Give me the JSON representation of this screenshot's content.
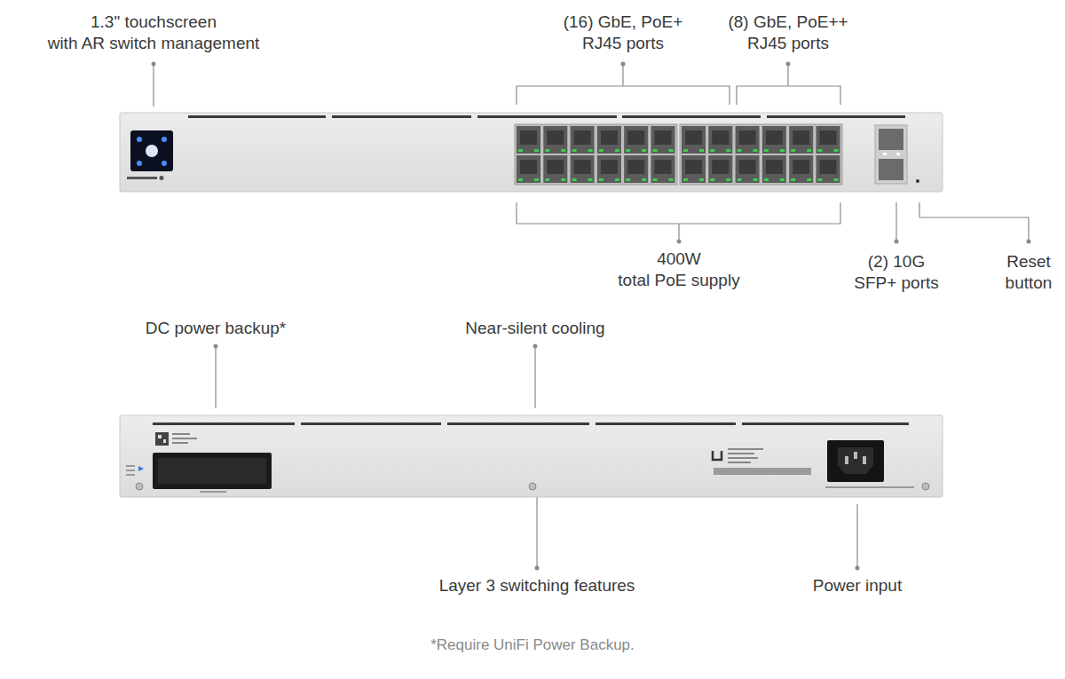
{
  "diagram": {
    "caption": "*Require UniFi Power Backup.",
    "labels": [
      "1.3\" touchscreen with AR switch management",
      "(16) GbE, PoE+ RJ45 ports",
      "(8) GbE, PoE++ RJ45 ports",
      "400W total PoE supply",
      "(2) 10G SFP+ ports",
      "Reset button",
      "DC power backup*",
      "Near-silent cooling",
      "Layer 3 switching features",
      "Power input"
    ]
  }
}
